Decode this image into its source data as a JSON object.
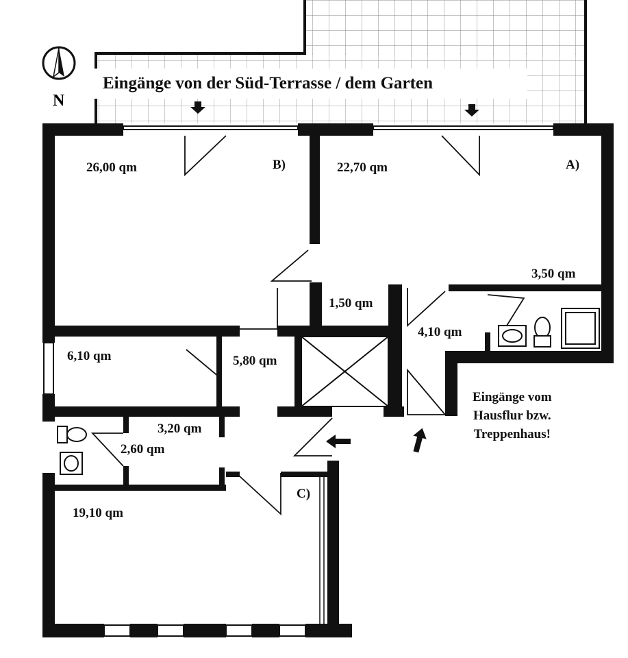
{
  "title": "Eingänge von der Süd-Terrasse / dem Garten",
  "compass": {
    "label": "N"
  },
  "rooms": [
    {
      "id": "B",
      "label": "B)",
      "area": "26,00 qm"
    },
    {
      "id": "A",
      "label": "A)",
      "area": "22,70 qm"
    },
    {
      "id": "kitchen",
      "area": "3,50 qm"
    },
    {
      "id": "storage",
      "area": "1,50 qm"
    },
    {
      "id": "bath-a",
      "area": "4,10 qm"
    },
    {
      "id": "room-small",
      "area": "6,10 qm"
    },
    {
      "id": "hall",
      "area": "5,80 qm"
    },
    {
      "id": "wc",
      "area": "3,20 qm"
    },
    {
      "id": "bath",
      "area": "2,60 qm"
    },
    {
      "id": "C",
      "label": "C)",
      "area": "19,10 qm"
    }
  ],
  "note": {
    "lines": [
      "Eingänge vom",
      "Hausflur bzw.",
      "Treppenhaus!"
    ]
  }
}
